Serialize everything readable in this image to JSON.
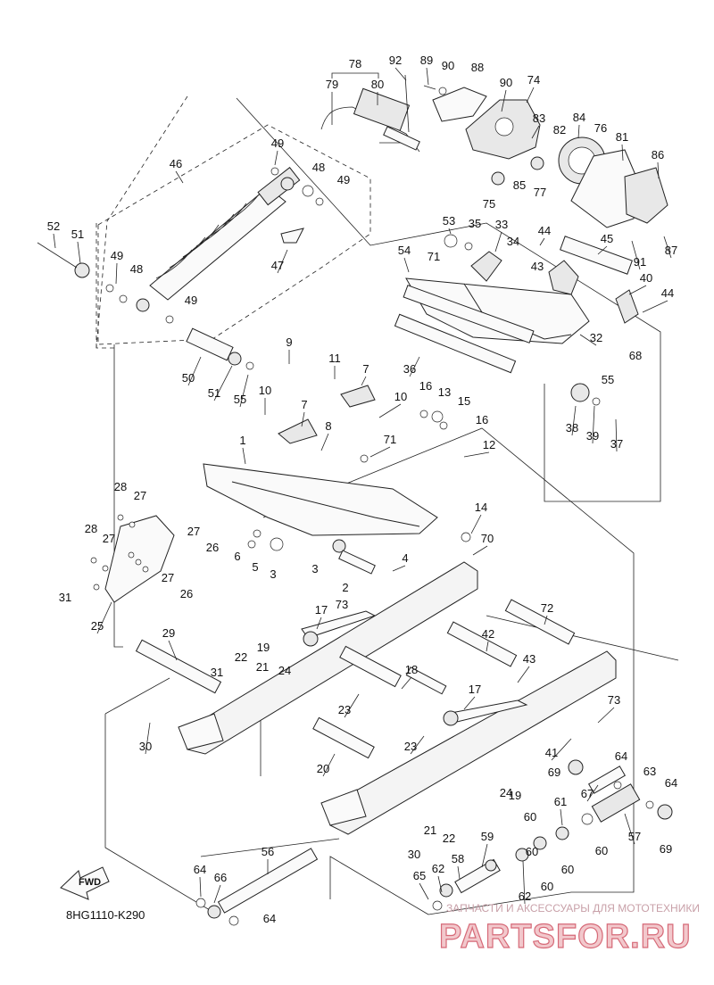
{
  "diagram": {
    "code": "8HG1110-K290",
    "fwd_label": "FWD",
    "watermark": {
      "tagline": "ЗАПЧАСТИ И АКСЕССУАРЫ ДЛЯ МОТОТЕХНИКИ",
      "brand": "PARTSFOR.RU"
    },
    "callouts": [
      {
        "id": "c78",
        "text": "78"
      },
      {
        "id": "c79",
        "text": "79"
      },
      {
        "id": "c80",
        "text": "80"
      },
      {
        "id": "c92",
        "text": "92"
      },
      {
        "id": "c89",
        "text": "89"
      },
      {
        "id": "c90a",
        "text": "90"
      },
      {
        "id": "c88",
        "text": "88"
      },
      {
        "id": "c90b",
        "text": "90"
      },
      {
        "id": "c74",
        "text": "74"
      },
      {
        "id": "c83",
        "text": "83"
      },
      {
        "id": "c84",
        "text": "84"
      },
      {
        "id": "c82",
        "text": "82"
      },
      {
        "id": "c76",
        "text": "76"
      },
      {
        "id": "c81",
        "text": "81"
      },
      {
        "id": "c86",
        "text": "86"
      },
      {
        "id": "c85",
        "text": "85"
      },
      {
        "id": "c77",
        "text": "77"
      },
      {
        "id": "c75",
        "text": "75"
      },
      {
        "id": "c91",
        "text": "91"
      },
      {
        "id": "c87",
        "text": "87"
      },
      {
        "id": "c46",
        "text": "46"
      },
      {
        "id": "c49a",
        "text": "49"
      },
      {
        "id": "c48a",
        "text": "48"
      },
      {
        "id": "c49b",
        "text": "49"
      },
      {
        "id": "c52",
        "text": "52"
      },
      {
        "id": "c51a",
        "text": "51"
      },
      {
        "id": "c49c",
        "text": "49"
      },
      {
        "id": "c48b",
        "text": "48"
      },
      {
        "id": "c49d",
        "text": "49"
      },
      {
        "id": "c47",
        "text": "47"
      },
      {
        "id": "c53",
        "text": "53"
      },
      {
        "id": "c35",
        "text": "35"
      },
      {
        "id": "c33",
        "text": "33"
      },
      {
        "id": "c44a",
        "text": "44"
      },
      {
        "id": "c45",
        "text": "45"
      },
      {
        "id": "c34",
        "text": "34"
      },
      {
        "id": "c54",
        "text": "54"
      },
      {
        "id": "c71a",
        "text": "71"
      },
      {
        "id": "c43a",
        "text": "43"
      },
      {
        "id": "c40",
        "text": "40"
      },
      {
        "id": "c44b",
        "text": "44"
      },
      {
        "id": "c32",
        "text": "32"
      },
      {
        "id": "c68",
        "text": "68"
      },
      {
        "id": "c55a",
        "text": "55"
      },
      {
        "id": "c36",
        "text": "36"
      },
      {
        "id": "c50",
        "text": "50"
      },
      {
        "id": "c51b",
        "text": "51"
      },
      {
        "id": "c55b",
        "text": "55"
      },
      {
        "id": "c9",
        "text": "9"
      },
      {
        "id": "c11",
        "text": "11"
      },
      {
        "id": "c7a",
        "text": "7"
      },
      {
        "id": "c10a",
        "text": "10"
      },
      {
        "id": "c10b",
        "text": "10"
      },
      {
        "id": "c16a",
        "text": "16"
      },
      {
        "id": "c13",
        "text": "13"
      },
      {
        "id": "c15",
        "text": "15"
      },
      {
        "id": "c16b",
        "text": "16"
      },
      {
        "id": "c38",
        "text": "38"
      },
      {
        "id": "c39",
        "text": "39"
      },
      {
        "id": "c37",
        "text": "37"
      },
      {
        "id": "c7b",
        "text": "7"
      },
      {
        "id": "c8",
        "text": "8"
      },
      {
        "id": "c71b",
        "text": "71"
      },
      {
        "id": "c12",
        "text": "12"
      },
      {
        "id": "c1",
        "text": "1"
      },
      {
        "id": "c28a",
        "text": "28"
      },
      {
        "id": "c27a",
        "text": "27"
      },
      {
        "id": "c28b",
        "text": "28"
      },
      {
        "id": "c27b",
        "text": "27"
      },
      {
        "id": "c27c",
        "text": "27"
      },
      {
        "id": "c26a",
        "text": "26"
      },
      {
        "id": "c6",
        "text": "6"
      },
      {
        "id": "c5",
        "text": "5"
      },
      {
        "id": "c3a",
        "text": "3"
      },
      {
        "id": "c14",
        "text": "14"
      },
      {
        "id": "c70",
        "text": "70"
      },
      {
        "id": "c4",
        "text": "4"
      },
      {
        "id": "c3b",
        "text": "3"
      },
      {
        "id": "c31a",
        "text": "31"
      },
      {
        "id": "c27d",
        "text": "27"
      },
      {
        "id": "c26b",
        "text": "26"
      },
      {
        "id": "c2",
        "text": "2"
      },
      {
        "id": "c25",
        "text": "25"
      },
      {
        "id": "c73a",
        "text": "73"
      },
      {
        "id": "c72",
        "text": "72"
      },
      {
        "id": "c17a",
        "text": "17"
      },
      {
        "id": "c29",
        "text": "29"
      },
      {
        "id": "c19a",
        "text": "19"
      },
      {
        "id": "c42",
        "text": "42"
      },
      {
        "id": "c22a",
        "text": "22"
      },
      {
        "id": "c21a",
        "text": "21"
      },
      {
        "id": "c24a",
        "text": "24"
      },
      {
        "id": "c31b",
        "text": "31"
      },
      {
        "id": "c18",
        "text": "18"
      },
      {
        "id": "c43b",
        "text": "43"
      },
      {
        "id": "c23a",
        "text": "23"
      },
      {
        "id": "c17b",
        "text": "17"
      },
      {
        "id": "c73b",
        "text": "73"
      },
      {
        "id": "c30a",
        "text": "30"
      },
      {
        "id": "c23b",
        "text": "23"
      },
      {
        "id": "c41",
        "text": "41"
      },
      {
        "id": "c20",
        "text": "20"
      },
      {
        "id": "c64a",
        "text": "64"
      },
      {
        "id": "c69a",
        "text": "69"
      },
      {
        "id": "c24b",
        "text": "24"
      },
      {
        "id": "c19b",
        "text": "19"
      },
      {
        "id": "c67",
        "text": "67"
      },
      {
        "id": "c63",
        "text": "63"
      },
      {
        "id": "c64b",
        "text": "64"
      },
      {
        "id": "c61",
        "text": "61"
      },
      {
        "id": "c60a",
        "text": "60"
      },
      {
        "id": "c57",
        "text": "57"
      },
      {
        "id": "c21b",
        "text": "21"
      },
      {
        "id": "c22b",
        "text": "22"
      },
      {
        "id": "c69b",
        "text": "69"
      },
      {
        "id": "c60b",
        "text": "60"
      },
      {
        "id": "c60c",
        "text": "60"
      },
      {
        "id": "c59",
        "text": "59"
      },
      {
        "id": "c30b",
        "text": "30"
      },
      {
        "id": "c60d",
        "text": "60"
      },
      {
        "id": "c56",
        "text": "56"
      },
      {
        "id": "c58",
        "text": "58"
      },
      {
        "id": "c64c",
        "text": "64"
      },
      {
        "id": "c66",
        "text": "66"
      },
      {
        "id": "c62a",
        "text": "62"
      },
      {
        "id": "c65",
        "text": "65"
      },
      {
        "id": "c60e",
        "text": "60"
      },
      {
        "id": "c62b",
        "text": "62"
      },
      {
        "id": "c64d",
        "text": "64"
      }
    ]
  }
}
